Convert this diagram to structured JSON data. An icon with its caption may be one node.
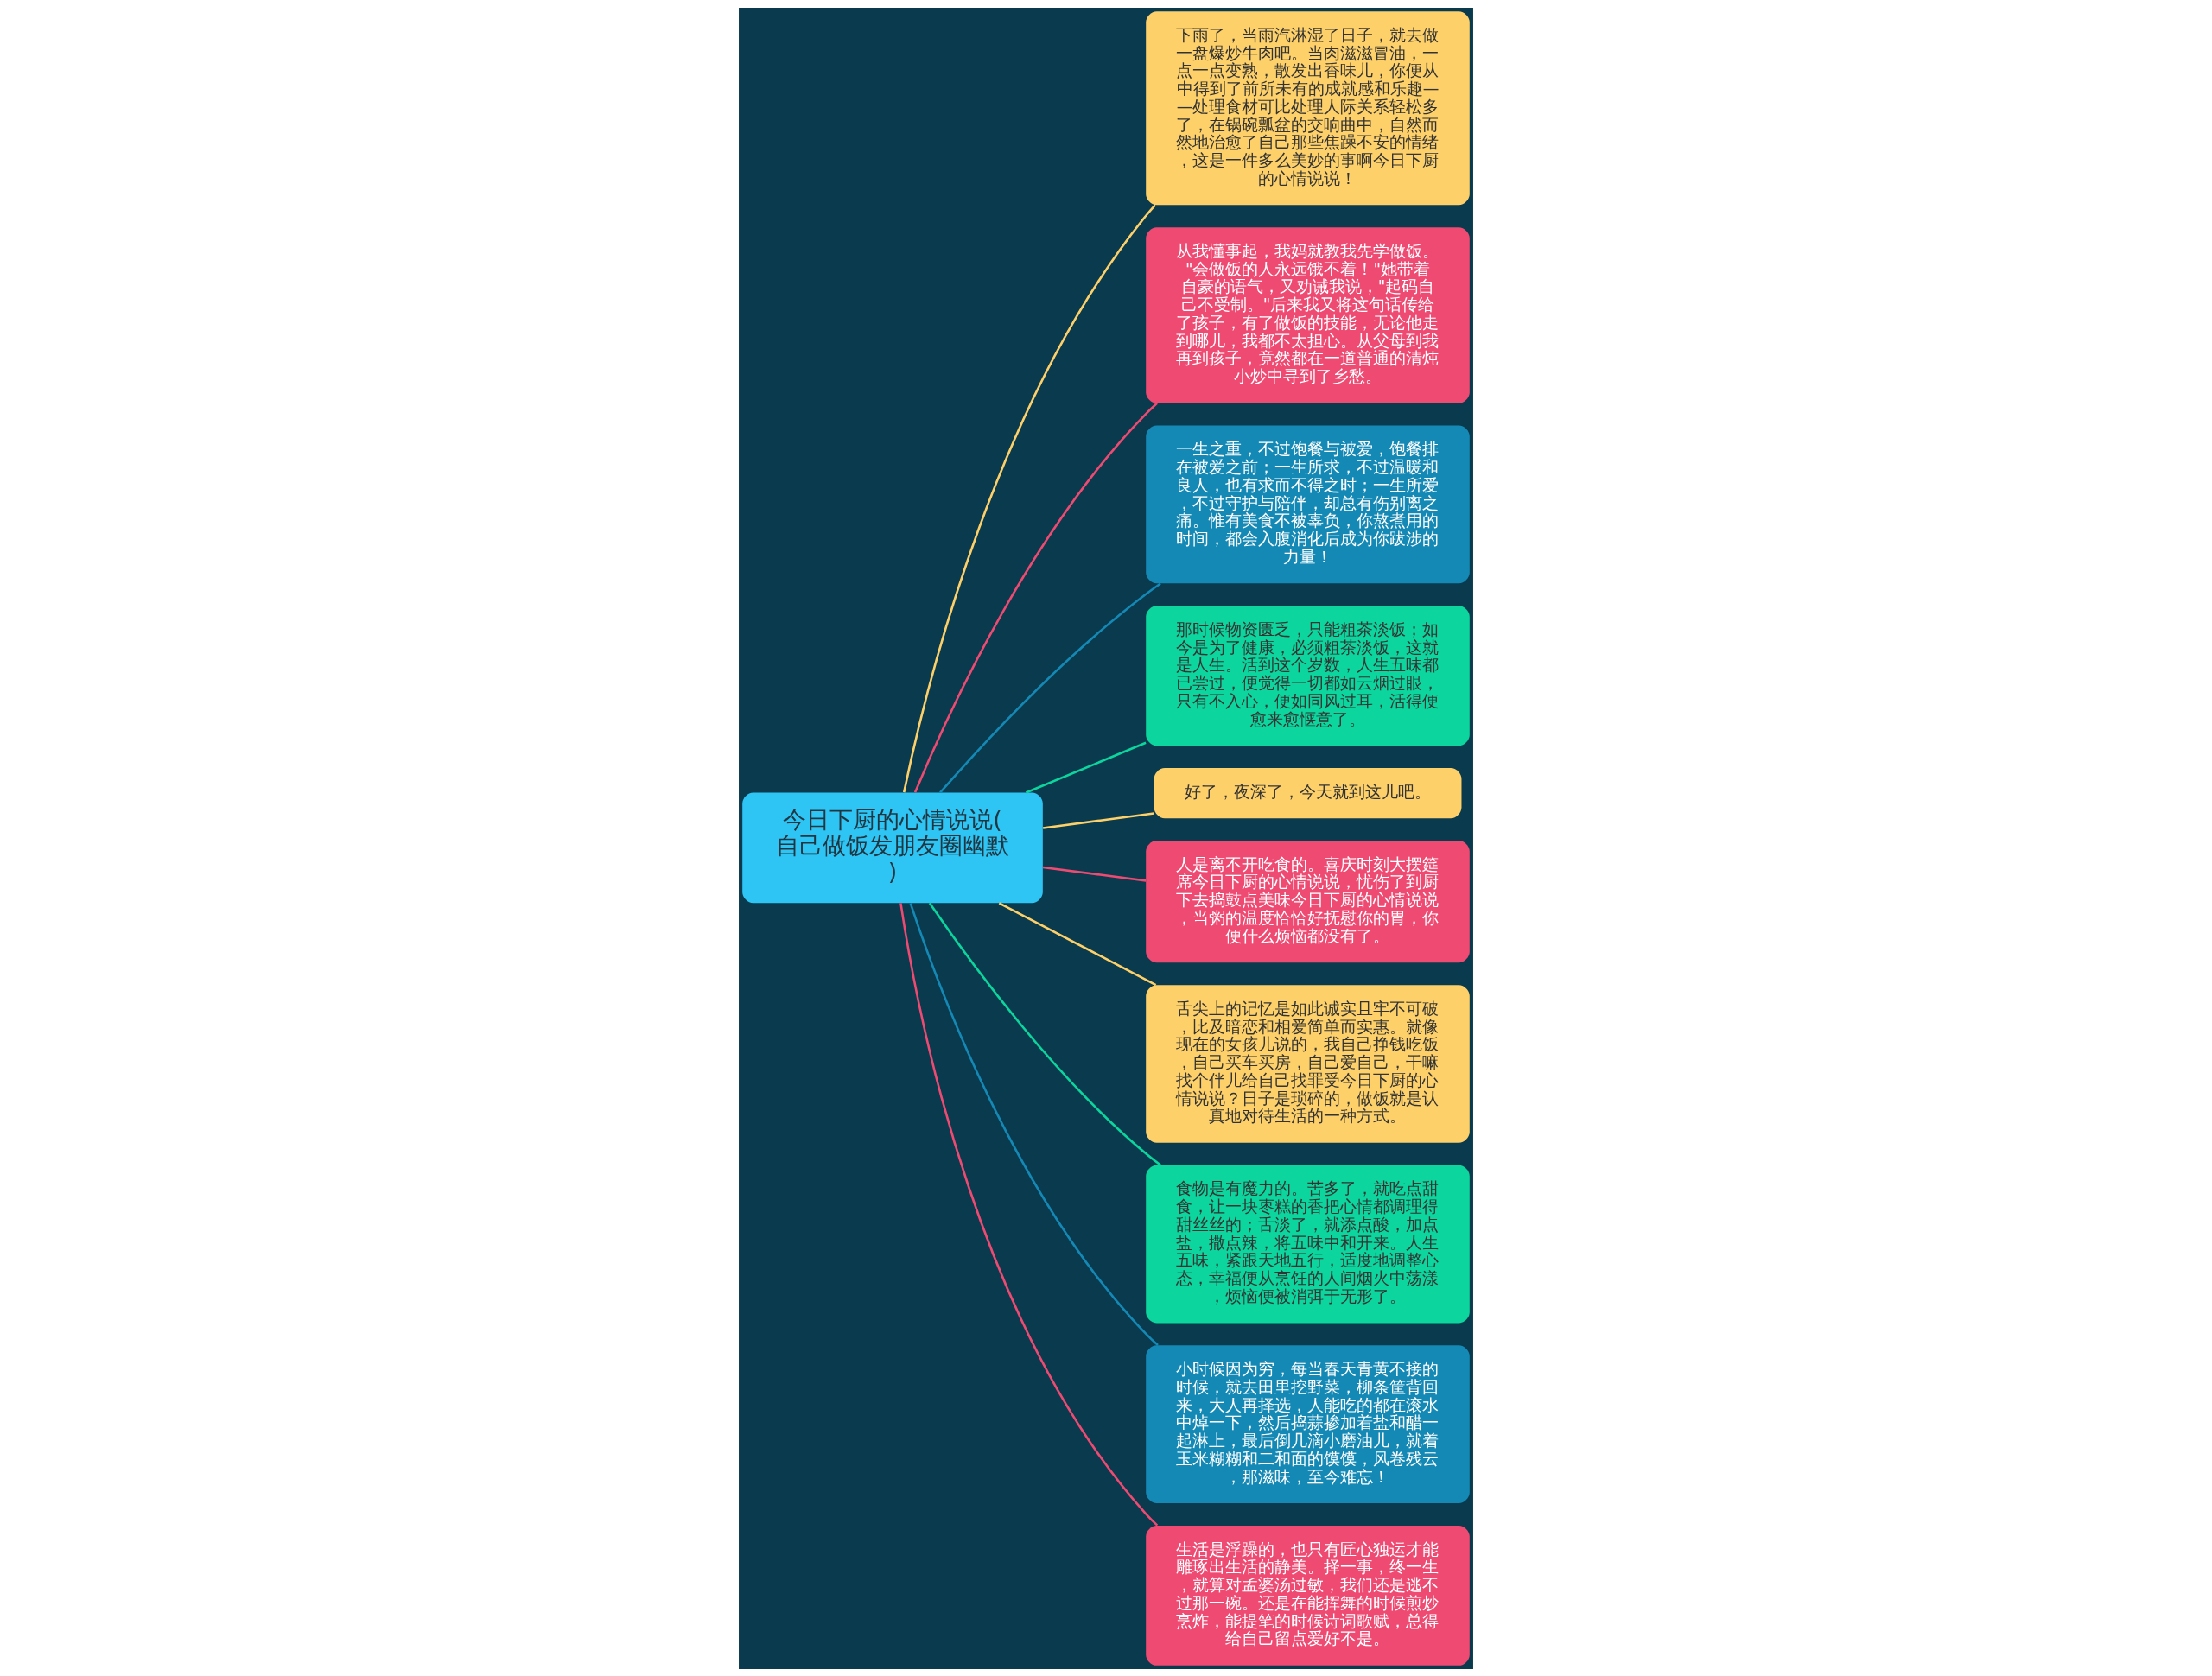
{
  "diagram": {
    "nodes": [
      {
        "text": [
          "今日下厨的心情说说(自己做饭发朋友圈幽默)"
        ]
      },
      {
        "text": [
          "下雨了，当雨汽淋湿了日子，就去做一盘爆炒牛肉吧。当肉滋滋冒油，一点一点变熟，散发出香味儿，你便从中得到了前所未有的成就感和乐趣——处理食材可比处理人际关系轻松多了，在锅碗瓢盆的交响曲中，自然而然地治愈了自己那些焦躁不安的情绪，这是一件多么美妙的事啊今日下厨的心情说说！"
        ]
      },
      {
        "text": [
          "从我懂事起，我妈就教我先学做饭。\"会做饭的人永远饿不着！\"她带着自豪的语气，又劝诫我说，\"起码自己不受制。\"后来我又将这句话传给了孩子，有了做饭的技能，无论他走到哪儿，我都不太担心。从父母到我再到孩子，竟然都在一道普通的清炖小炒中寻到了乡愁。"
        ]
      },
      {
        "text": [
          "一生之重，不过饱餐与被爱，饱餐排在被爱之前；一生所求，不过温暖和良人，也有求而不得之时；一生所爱，不过守护与陪伴，却总有伤别离之痛。惟有美食不被辜负，你熬煮用的时间，都会入腹消化后成为你跋涉的力量！"
        ]
      },
      {
        "text": [
          "那时候物资匮乏，只能粗茶淡饭；如今是为了健康，必须粗茶淡饭，这就是人生。活到这个岁数，人生五味都已尝过，便觉得一切都如云烟过眼，只有不入心，便如同风过耳，活得便愈来愈惬意了。"
        ]
      },
      {
        "text": [
          "好了，夜深了，今天就到这儿吧。"
        ]
      },
      {
        "text": [
          "人是离不开吃食的。喜庆时刻大摆筵席今日下厨的心情说说，忧伤了到厨下去捣鼓点美味今日下厨的心情说说，当粥的温度恰恰好抚慰你的胃，你便什么烦恼都没有了。"
        ]
      },
      {
        "text": [
          "舌尖上的记忆是如此诚实且牢不可破，比及暗恋和相爱简单而实惠。就像现在的女孩儿说的，我自己挣钱吃饭，自己买车买房，自己爱自己，干嘛找个伴儿给自己找罪受今日下厨的心情说说？日子是琐碎的，做饭就是认真地对待生活的一种方式。"
        ]
      },
      {
        "text": [
          "食物是有魔力的。苦多了，就吃点甜食，让一块枣糕的香把心情都调理得甜丝丝的；舌淡了，就添点酸，加点盐，撒点辣，将五味中和开来。人生五味，紧跟天地五行，适度地调整心态，幸福便从烹饪的人间烟火中荡漾，烦恼便被消弭于无形了。"
        ]
      },
      {
        "text": [
          "小时候因为穷，每当春天青黄不接的时候，就去田里挖野菜，柳条筐背回来，大人再择选，人能吃的都在滚水中焯一下，然后捣蒜掺加着盐和醋一起淋上，最后倒几滴小磨油儿，就着玉米糊糊和二和面的馍馍，风卷残云，那滋味，至今难忘！"
        ]
      },
      {
        "text": [
          "生活是浮躁的，也只有匠心独运才能雕琢出生活的静美。择一事，终一生，就算对孟婆汤过敏，我们还是逃不过那一碗。还是在能挥舞的时候煎炒烹炸，能提笔的时候诗词歌赋，总得给自己留点爱好不是。"
        ]
      }
    ],
    "edges": [
      {
        "from": 0,
        "to": 1,
        "arrow": "none",
        "color": "#fdd06a"
      },
      {
        "from": 0,
        "to": 2,
        "arrow": "none",
        "color": "#ee4a72"
      },
      {
        "from": 0,
        "to": 3,
        "arrow": "none",
        "color": "#1589b5"
      },
      {
        "from": 0,
        "to": 4,
        "arrow": "none",
        "color": "#0cd59d"
      },
      {
        "from": 0,
        "to": 5,
        "arrow": "none",
        "color": "#fdd06a"
      },
      {
        "from": 0,
        "to": 6,
        "arrow": "none",
        "color": "#ee4a72"
      },
      {
        "from": 0,
        "to": 7,
        "arrow": "none",
        "color": "#fdd06a"
      },
      {
        "from": 0,
        "to": 8,
        "arrow": "none",
        "color": "#0cd59d"
      },
      {
        "from": 0,
        "to": 9,
        "arrow": "none",
        "color": "#1589b5"
      },
      {
        "from": 0,
        "to": 10,
        "arrow": "none",
        "color": "#ee4a72"
      }
    ]
  }
}
